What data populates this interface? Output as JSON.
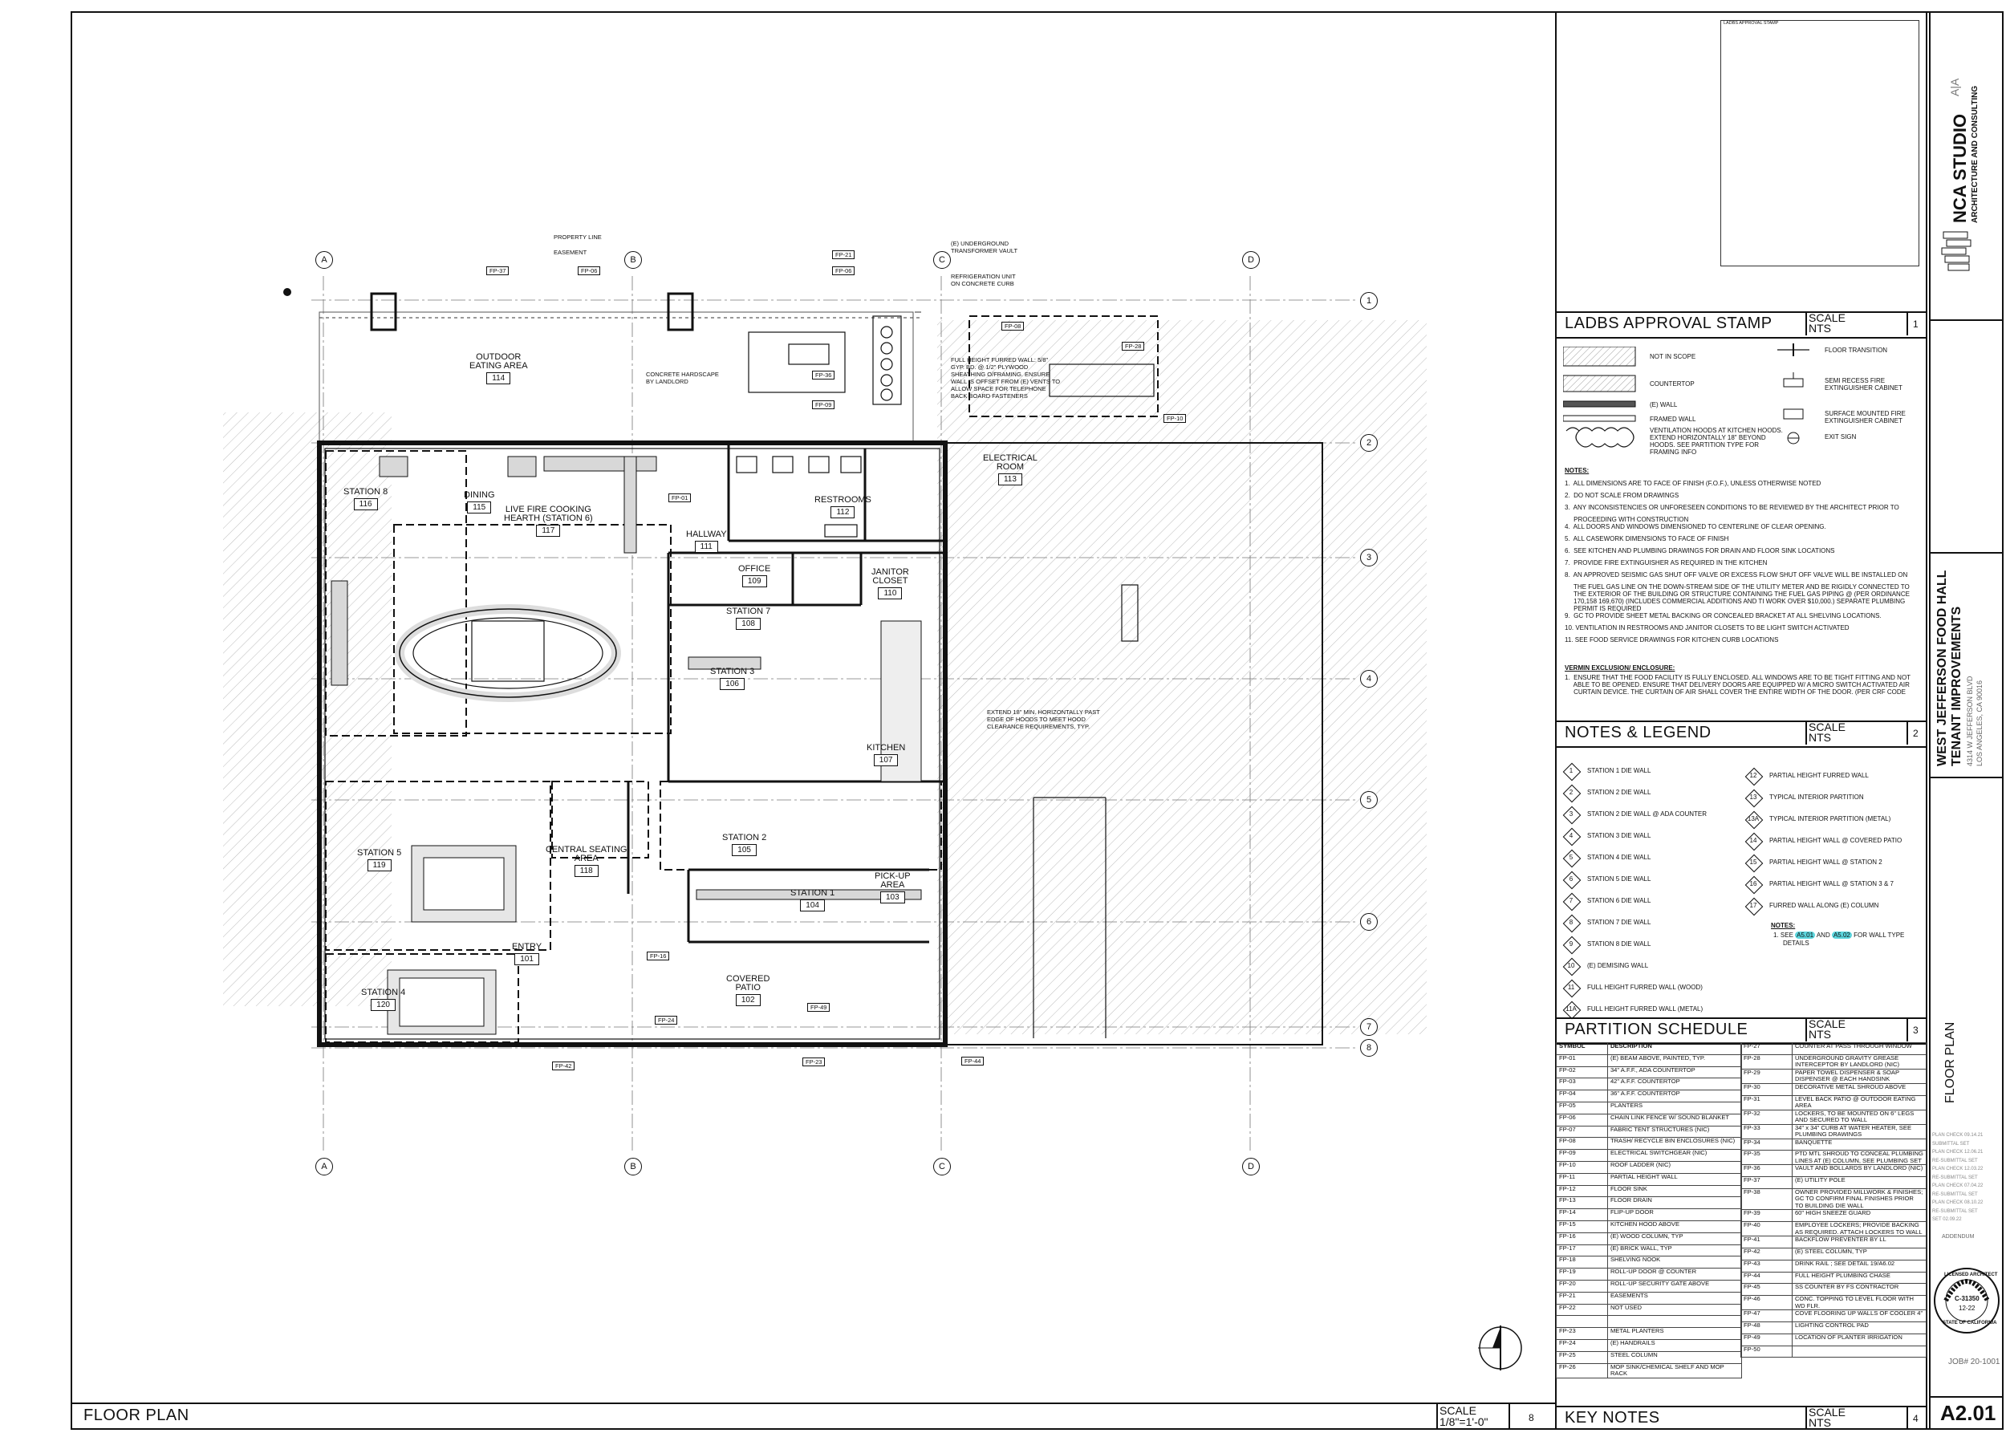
{
  "sheet": {
    "drawing_title": "FLOOR PLAN",
    "drawing_number": "8",
    "scale_label": "SCALE",
    "scale_value": "1/8\"=1'-0\"",
    "sheet_number": "A2.01",
    "job_number": "JOB# 20-1001",
    "sheet_title_vertical": "FLOOR PLAN"
  },
  "firm": {
    "name": "NCA STUDIO",
    "tagline": "ARCHITECTURE AND CONSULTING",
    "aia": "A|A"
  },
  "project": {
    "name": "WEST JEFFERSON FOOD HALL",
    "subtitle": "TENANT IMPROVEMENTS",
    "address1": "4314 W JEFFERSON BLVD",
    "address2": "LOS ANGELES, CA 90016"
  },
  "stamp": {
    "label": "LADBS APPROVAL STAMP",
    "header": "LADBS APPROVAL STAMP",
    "scale_label": "SCALE",
    "scale_value": "NTS",
    "number": "1"
  },
  "notes_legend": {
    "header": "NOTES & LEGEND",
    "scale_label": "SCALE",
    "scale_value": "NTS",
    "number": "2",
    "legend": [
      {
        "label": "NOT IN SCOPE"
      },
      {
        "label": "COUNTERTOP"
      },
      {
        "label": "(E) WALL"
      },
      {
        "label": "FRAMED WALL"
      }
    ],
    "legend_right": [
      {
        "label": "FLOOR TRANSITION"
      },
      {
        "label": "SEMI RECESS FIRE EXTINGUISHER CABINET"
      },
      {
        "label": "SURFACE MOUNTED FIRE EXTINGUISHER CABINET"
      },
      {
        "label": "EXIT SIGN"
      }
    ],
    "hood_note": "VENTILATION HOODS AT KITCHEN HOODS. EXTEND HORIZONTALLY 18\" BEYOND HOODS. SEE PARTITION TYPE FOR FRAMING INFO",
    "notes_title": "NOTES:",
    "notes": [
      "1.  ALL DIMENSIONS ARE TO FACE OF FINISH (F.O.F.), UNLESS OTHERWISE NOTED",
      "2.  DO NOT SCALE FROM DRAWINGS",
      "3.  ANY INCONSISTENCIES OR UNFORESEEN CONDITIONS TO BE REVIEWED BY THE ARCHITECT PRIOR TO",
      "     PROCEEDING WITH CONSTRUCTION",
      "4.  ALL DOORS AND WINDOWS DIMENSIONED TO CENTERLINE OF CLEAR OPENING.",
      "5.  ALL CASEWORK DIMENSIONS TO FACE OF FINISH",
      "6.  SEE KITCHEN AND PLUMBING DRAWINGS FOR DRAIN AND FLOOR SINK LOCATIONS",
      "7.  PROVIDE FIRE EXTINGUISHER AS REQUIRED IN THE KITCHEN",
      "8.  AN APPROVED SEISMIC GAS SHUT OFF VALVE OR EXCESS FLOW SHUT OFF VALVE WILL BE INSTALLED ON",
      "     THE FUEL GAS LINE ON THE DOWN-STREAM SIDE OF THE UTILITY METER AND BE RIGIDLY CONNECTED TO",
      "     THE EXTERIOR OF THE BUILDING OR STRUCTURE CONTAINING THE FUEL GAS PIPING @ (PER ORDINANCE",
      "     170,158 169,670) (INCLUDES COMMERCIAL ADDITIONS AND TI WORK OVER $10,000.) SEPARATE PLUMBING",
      "     PERMIT IS REQUIRED",
      "9.  GC TO PROVIDE SHEET METAL BACKING OR CONCEALED BRACKET AT ALL SHELVING LOCATIONS.",
      "10. VENTILATION IN RESTROOMS AND JANITOR CLOSETS TO BE LIGHT SWITCH ACTIVATED",
      "11. SEE FOOD SERVICE DRAWINGS FOR KITCHEN CURB LOCATIONS"
    ],
    "vermin_title": "VERMIN EXCLUSION/ ENCLOSURE:",
    "vermin": [
      "1.  ENSURE THAT THE FOOD FACILITY IS FULLY ENCLOSED. ALL WINDOWS ARE TO BE TIGHT FITTING AND NOT",
      "     ABLE TO BE OPENED. ENSURE THAT DELIVERY DOORS ARE EQUIPPED W/ A MICRO SWITCH ACTIVATED AIR",
      "     CURTAIN DEVICE. THE CURTAIN OF AIR SHALL COVER THE ENTIRE WIDTH OF THE DOOR. (PER CRF CODE"
    ]
  },
  "partition_types": {
    "left": [
      {
        "num": "1",
        "label": "STATION 1 DIE WALL"
      },
      {
        "num": "2",
        "label": "STATION 2 DIE WALL"
      },
      {
        "num": "3",
        "label": "STATION 2 DIE WALL @ ADA COUNTER"
      },
      {
        "num": "4",
        "label": "STATION 3 DIE WALL"
      },
      {
        "num": "5",
        "label": "STATION 4 DIE WALL"
      },
      {
        "num": "6",
        "label": "STATION 5 DIE WALL"
      },
      {
        "num": "7",
        "label": "STATION 6 DIE WALL"
      },
      {
        "num": "8",
        "label": "STATION 7 DIE WALL"
      },
      {
        "num": "9",
        "label": "STATION 8 DIE WALL"
      },
      {
        "num": "10",
        "label": "(E) DEMISING WALL"
      },
      {
        "num": "11",
        "label": "FULL HEIGHT FURRED WALL (WOOD)"
      },
      {
        "num": "11A",
        "label": "FULL HEIGHT FURRED WALL (METAL)"
      }
    ],
    "right": [
      {
        "num": "12",
        "label": "PARTIAL HEIGHT FURRED WALL"
      },
      {
        "num": "13",
        "label": "TYPICAL INTERIOR PARTITION"
      },
      {
        "num": "13A",
        "label": "TYPICAL INTERIOR PARTITION (METAL)"
      },
      {
        "num": "14",
        "label": "PARTIAL HEIGHT WALL @ COVERED PATIO"
      },
      {
        "num": "15",
        "label": "PARTIAL HEIGHT WALL @ STATION 2"
      },
      {
        "num": "16",
        "label": "PARTIAL HEIGHT WALL @ STATION 3 & 7"
      },
      {
        "num": "17",
        "label": "FURRED WALL ALONG (E) COLUMN"
      }
    ],
    "notes_title": "NOTES:",
    "note_prefix": "1.  SEE",
    "note_ref1": "A5.01",
    "note_and": "AND",
    "note_ref2": "A5.02",
    "note_suffix": "FOR WALL TYPE",
    "note_line2": "DETAILS"
  },
  "partition_schedule": {
    "header": "PARTITION SCHEDULE",
    "scale_label": "SCALE",
    "scale_value": "NTS",
    "number": "3",
    "col_symbol": "SYMBOL",
    "col_desc": "DESCRIPTION",
    "left": [
      [
        "FP-01",
        "(E) BEAM ABOVE, PAINTED, TYP."
      ],
      [
        "FP-02",
        "34\" A.F.F., ADA COUNTERTOP"
      ],
      [
        "FP-03",
        "42\" A.F.F. COUNTERTOP"
      ],
      [
        "FP-04",
        "36\" A.F.F. COUNTERTOP"
      ],
      [
        "FP-05",
        "PLANTERS"
      ],
      [
        "FP-06",
        "CHAIN LINK FENCE W/ SOUND BLANKET"
      ],
      [
        "FP-07",
        "FABRIC TENT STRUCTURES (NIC)"
      ],
      [
        "FP-08",
        "TRASH/ RECYCLE BIN ENCLOSURES (NIC)"
      ],
      [
        "FP-09",
        "ELECTRICAL SWITCHGEAR (NIC)"
      ],
      [
        "FP-10",
        "ROOF LADDER (NIC)"
      ],
      [
        "FP-11",
        "PARTIAL HEIGHT WALL"
      ],
      [
        "FP-12",
        "FLOOR SINK"
      ],
      [
        "FP-13",
        "FLOOR DRAIN"
      ],
      [
        "FP-14",
        "FLIP-UP DOOR"
      ],
      [
        "FP-15",
        "KITCHEN HOOD ABOVE"
      ],
      [
        "FP-16",
        "(E) WOOD COLUMN, TYP"
      ],
      [
        "FP-17",
        "(E) BRICK WALL, TYP"
      ],
      [
        "FP-18",
        "SHELVING NOOK"
      ],
      [
        "FP-19",
        "ROLL-UP DOOR @ COUNTER"
      ],
      [
        "FP-20",
        "ROLL-UP SECURITY GATE ABOVE"
      ],
      [
        "FP-21",
        "EASEMENTS"
      ],
      [
        "FP-22",
        "NOT USED"
      ],
      [
        "",
        ""
      ],
      [
        "FP-23",
        "METAL PLANTERS"
      ],
      [
        "FP-24",
        "(E) HANDRAILS"
      ],
      [
        "FP-25",
        "STEEL COLUMN"
      ],
      [
        "FP-26",
        "MOP SINK/CHEMICAL SHELF AND MOP RACK"
      ]
    ],
    "right": [
      [
        "FP-27",
        "COUNTER AT PASS THROUGH WINDOW"
      ],
      [
        "FP-28",
        "UNDERGROUND GRAVITY GREASE INTERCEPTOR BY LANDLORD (NIC)"
      ],
      [
        "FP-29",
        "PAPER TOWEL DISPENSER & SOAP DISPENSER @ EACH HANDSINK"
      ],
      [
        "FP-30",
        "DECORATIVE METAL SHROUD ABOVE"
      ],
      [
        "FP-31",
        "LEVEL BACK PATIO @ OUTDOOR EATING AREA"
      ],
      [
        "FP-32",
        "LOCKERS, TO BE MOUNTED ON 6\" LEGS AND SECURED TO WALL"
      ],
      [
        "FP-33",
        "34\" x 34\" CURB AT WATER HEATER, SEE PLUMBING DRAWINGS"
      ],
      [
        "FP-34",
        "BANQUETTE"
      ],
      [
        "FP-35",
        "PTD MTL SHROUD TO CONCEAL PLUMBING LINES AT (E) COLUMN, SEE PLUMBING SET"
      ],
      [
        "FP-36",
        "VAULT AND BOLLARDS BY LANDLORD (NIC)"
      ],
      [
        "FP-37",
        "(E) UTILITY POLE"
      ],
      [
        "FP-38",
        "OWNER PROVIDED MILLWORK & FINISHES; GC TO CONFIRM FINAL FINISHES PRIOR TO BUILDING DIE WALL"
      ],
      [
        "FP-39",
        "60\" HIGH SNEEZE GUARD"
      ],
      [
        "FP-40",
        "EMPLOYEE LOCKERS; PROVIDE BACKING AS REQUIRED. ATTACH LOCKERS TO WALL"
      ],
      [
        "FP-41",
        "BACKFLOW PREVENTER BY LL"
      ],
      [
        "FP-42",
        "(E) STEEL COLUMN, TYP"
      ],
      [
        "FP-43",
        "DRINK RAIL ; SEE DETAIL 19/A6.02"
      ],
      [
        "FP-44",
        "FULL HEIGHT PLUMBING CHASE"
      ],
      [
        "FP-45",
        "SS COUNTER BY FS CONTRACTOR"
      ],
      [
        "FP-46",
        "CONC. TOPPING TO LEVEL FLOOR WITH WD FLR."
      ],
      [
        "FP-47",
        "COVE FLOORING UP WALLS OF COOLER 4\""
      ],
      [
        "FP-48",
        "LIGHTING CONTROL PAD"
      ],
      [
        "FP-49",
        "LOCATION OF PLANTER IRRIGATION"
      ],
      [
        "FP-50",
        ""
      ]
    ]
  },
  "key_notes": {
    "header": "KEY NOTES",
    "scale_label": "SCALE",
    "scale_value": "NTS",
    "number": "4"
  },
  "revisions": [
    {
      "label": "PLAN CHECK",
      "date": "09.14.21"
    },
    {
      "label": "SUBMITTAL SET",
      "date": ""
    },
    {
      "label": "PLAN CHECK",
      "date": "12.06.21"
    },
    {
      "label": "RE-SUBMITTAL SET",
      "date": ""
    },
    {
      "label": "PLAN CHECK",
      "date": "12.03.22"
    },
    {
      "label": "RE-SUBMITTAL SET",
      "date": ""
    },
    {
      "label": "PLAN CHECK",
      "date": "07.04.22"
    },
    {
      "label": "RE-SUBMITTAL SET",
      "date": ""
    },
    {
      "label": "PLAN CHECK",
      "date": "08.10.22"
    },
    {
      "label": "RE-SUBMITTAL SET",
      "date": ""
    },
    {
      "label": "SET",
      "date": "02.09.22"
    }
  ],
  "revision_note": "ADDENDUM",
  "seal": {
    "top": "LICENSED ARCHITECT",
    "number": "C-31350",
    "date": "12-22",
    "bottom": "STATE OF CALIFORNIA"
  },
  "plan": {
    "grid_cols": [
      "A",
      "B",
      "C",
      "D"
    ],
    "grid_rows": [
      "1",
      "2",
      "3",
      "4",
      "5",
      "6",
      "7",
      "8"
    ],
    "rooms": [
      {
        "name": "OUTDOOR\nEATING AREA",
        "num": "114"
      },
      {
        "name": "STATION 8",
        "num": "116"
      },
      {
        "name": "DINING",
        "num": "115"
      },
      {
        "name": "LIVE FIRE COOKING\nHEARTH (STATION 6)",
        "num": "117"
      },
      {
        "name": "RESTROOMS",
        "num": "112"
      },
      {
        "name": "ELECTRICAL\nROOM",
        "num": "113"
      },
      {
        "name": "HALLWAY",
        "num": "111"
      },
      {
        "name": "OFFICE",
        "num": "109"
      },
      {
        "name": "JANITOR\nCLOSET",
        "num": "110"
      },
      {
        "name": "STATION 7",
        "num": "108"
      },
      {
        "name": "STATION 3",
        "num": "106"
      },
      {
        "name": "KITCHEN",
        "num": "107"
      },
      {
        "name": "STATION 5",
        "num": "119"
      },
      {
        "name": "CENTRAL SEATING\nAREA",
        "num": "118"
      },
      {
        "name": "STATION 2",
        "num": "105"
      },
      {
        "name": "STATION 1",
        "num": "104"
      },
      {
        "name": "PICK-UP\nAREA",
        "num": "103"
      },
      {
        "name": "ENTRY",
        "num": "101"
      },
      {
        "name": "STATION 4",
        "num": "120"
      },
      {
        "name": "COVERED\nPATIO",
        "num": "102"
      }
    ],
    "callouts": [
      "PROPERTY LINE",
      "EASEMENT",
      "(E) UNDERGROUND\nTRANSFORMER VAULT",
      "REFRIGERATION UNIT\nON CONCRETE CURB",
      "CONCRETE HARDSCAPE\nBY LANDLORD",
      "FULL HEIGHT FURRED WALL: 5/8\"\nGYP. BD. @ 1/2\" PLYWOOD\nSHEATHING O/FRAMING. ENSURE\nWALL IS OFFSET FROM (E) VENTS TO\nALLOW SPACE FOR TELEPHONE\nBACK BOARD FASTENERS",
      "EXTEND 18\" MIN. HORIZONTALLY PAST\nEDGE OF HOODS TO MEET HOOD\nCLEARANCE REQUIREMENTS, TYP."
    ],
    "tags": [
      "FP-37",
      "FP-06",
      "FP-21",
      "FP-06",
      "FP-08",
      "FP-28",
      "FP-36",
      "FP-09",
      "FP-10",
      "FP-01",
      "FP-24",
      "FP-16",
      "FP-49",
      "FP-42",
      "FP-44",
      "FP-23"
    ]
  }
}
